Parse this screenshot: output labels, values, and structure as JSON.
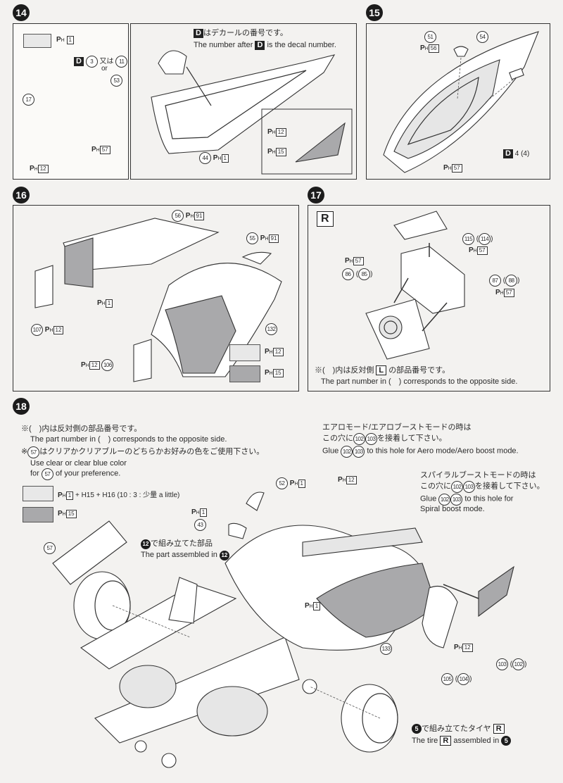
{
  "colors": {
    "ph1_light": "#e8e8e8",
    "ph15_gray": "#a9a9ab",
    "ink": "#2a2a2a"
  },
  "step14": {
    "num": "14",
    "swatch_ph": "1",
    "decal_jp": "はデカールの番号です。",
    "decal_en_a": "The number after",
    "decal_en_b": "is the decal number.",
    "d_letter": "D",
    "d_opt_a": "3",
    "d_opt_or_jp": "又は",
    "d_opt_b": "11",
    "d_or": "or",
    "p17": "17",
    "p53": "53",
    "p44": "44",
    "ph57": "57",
    "ph12": "12",
    "ph1": "1",
    "ph15": "15"
  },
  "step15": {
    "num": "15",
    "p51": "51",
    "p54": "54",
    "ph56": "56",
    "ph57": "57",
    "decal": "4 (4)"
  },
  "step16": {
    "num": "16",
    "p56": "56",
    "p55": "55",
    "p107": "107",
    "p106": "106",
    "p132": "132",
    "ph91": "91",
    "ph1": "1",
    "ph12": "12",
    "ph15": "15"
  },
  "step17": {
    "num": "17",
    "r_letter": "R",
    "l_letter": "L",
    "p115": "115",
    "p114": "114",
    "p86": "86",
    "p85": "85",
    "p87": "87",
    "p88": "88",
    "ph57": "57",
    "note_jp_a": "※(　)内は反対側",
    "note_jp_b": "の部品番号です。",
    "note_en": "The part number in (　) corresponds to the opposite side."
  },
  "step18": {
    "num": "18",
    "note1_jp": "※(　)内は反対側の部品番号です。",
    "note1_en": "The part number in (　) corresponds to the opposite side.",
    "note2_jp": "はクリアかクリアブルーのどちらかお好みの色をご使用下さい。",
    "note2_en_a": "Use clear or clear blue color",
    "note2_en_b": "of your preference.",
    "note2_for": "for",
    "p57": "57",
    "mix_label": "+ H15 + H16 (10 : 3 : 少量 a little)",
    "ph15": "15",
    "aero_jp_a": "エアロモード/エアロブーストモードの時は",
    "aero_jp_b": "この穴に",
    "aero_jp_c": "を接着して下さい。",
    "aero_en": "to this hole for Aero mode/Aero boost mode.",
    "glue": "Glue",
    "spiral_jp_a": "スパイラルブーストモードの時は",
    "spiral_jp_b": "この穴に",
    "spiral_jp_c": "を接着して下さい。",
    "spiral_en_a": "to this hole for",
    "spiral_en_b": "Spiral boost mode.",
    "assembled_jp": "で組み立てた部品",
    "assembled_en": "The part assembled in",
    "tire_jp": "で組み立てたタイヤ",
    "tire_en": "The tire",
    "tire_en_b": "assembled in",
    "p52": "52",
    "p43": "43",
    "p102": "102",
    "p103": "103",
    "p133": "133",
    "p105": "105",
    "p104": "104",
    "s12": "12",
    "s5": "5",
    "r": "R",
    "ph1": "1",
    "ph12": "12"
  }
}
